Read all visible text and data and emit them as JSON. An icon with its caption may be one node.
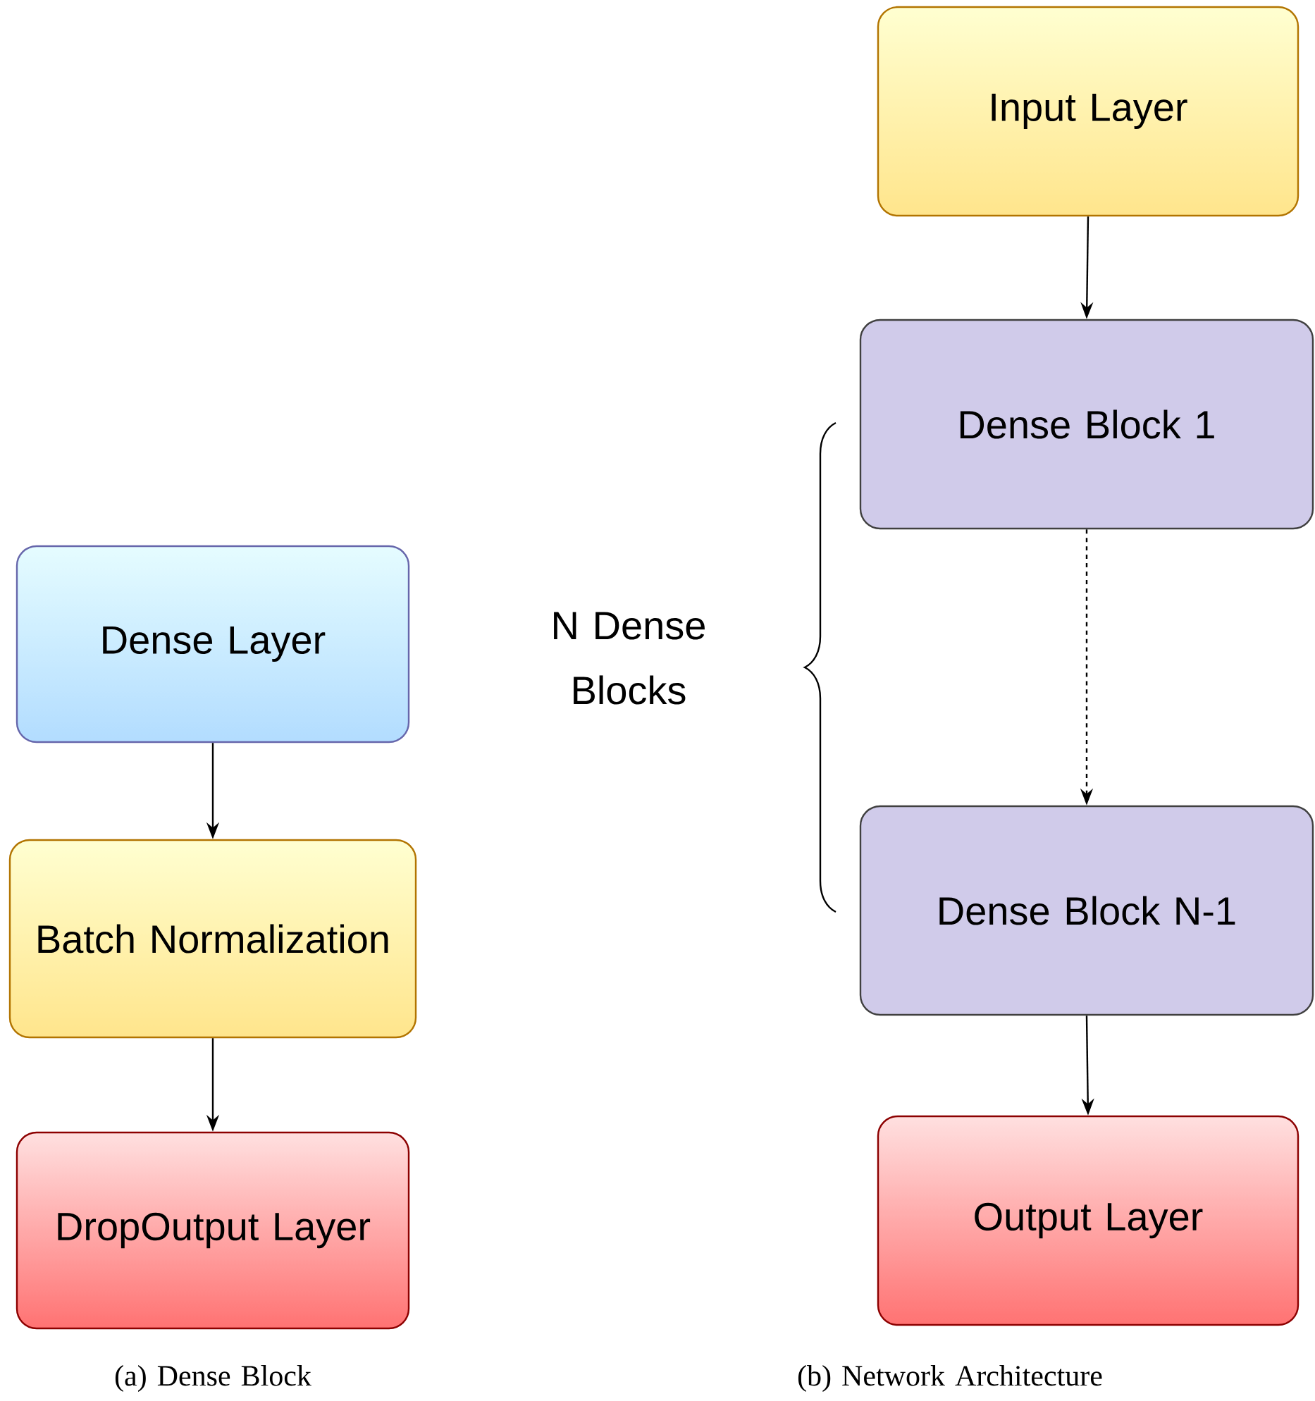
{
  "diagram": {
    "nodes": [
      {
        "text": [
          "Dense Layer"
        ]
      },
      {
        "text": [
          "Batch Normalization"
        ]
      },
      {
        "text": [
          "DropOutput Layer"
        ]
      },
      {
        "text": [
          "Input Layer"
        ]
      },
      {
        "text": [
          "Dense Block 1"
        ]
      },
      {
        "text": [
          "Dense Block N-1"
        ]
      },
      {
        "text": [
          "Output Layer"
        ]
      }
    ],
    "edges": [
      {
        "from": 0,
        "to": 1,
        "arrow": "to"
      },
      {
        "from": 1,
        "to": 2,
        "arrow": "to"
      },
      {
        "from": 3,
        "to": 4,
        "arrow": "to"
      },
      {
        "from": 4,
        "to": 5,
        "arrow": "to",
        "style": "dashed"
      },
      {
        "from": 5,
        "to": 6,
        "arrow": "to"
      }
    ],
    "labels": [
      "N Dense Blocks",
      "(a) Dense Block",
      "(b) Network Architecture"
    ]
  }
}
